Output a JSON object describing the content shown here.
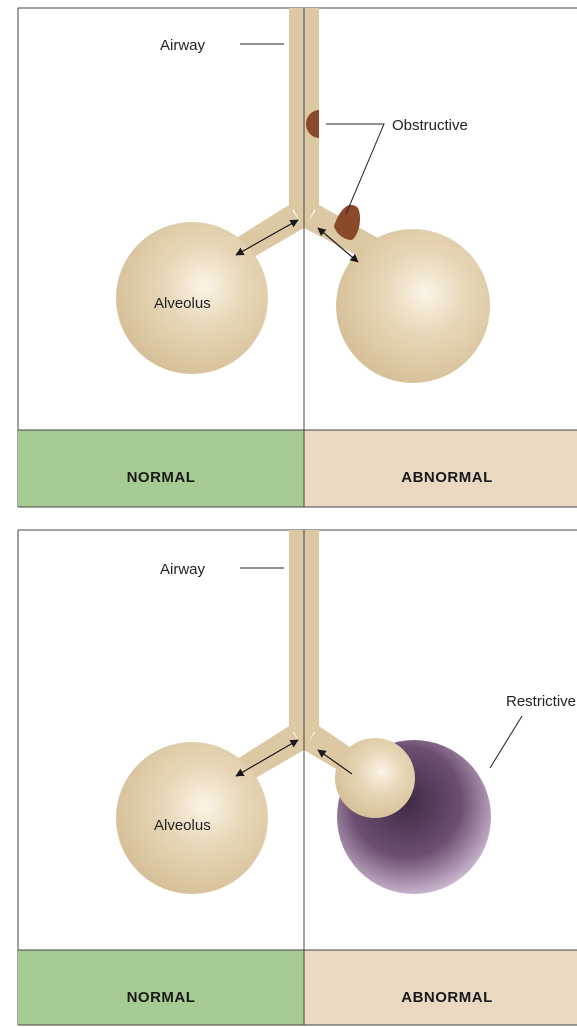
{
  "colors": {
    "alveolus": "#e3d1b0",
    "airway": "#ddc8a4",
    "obstruction": "#8a4a2a",
    "restrictive": "#6d4e72",
    "normal_footer": "#a6cb95",
    "abnormal_footer": "#ead8c2",
    "frame": "#444444"
  },
  "panels": [
    {
      "airway_label": "Airway",
      "alveolus_label": "Alveolus",
      "abnormal_label": "Obstructive",
      "footer_left": "NORMAL",
      "footer_right": "ABNORMAL"
    },
    {
      "airway_label": "Airway",
      "alveolus_label": "Alveolus",
      "abnormal_label": "Restrictive",
      "footer_left": "NORMAL",
      "footer_right": "ABNORMAL"
    }
  ]
}
